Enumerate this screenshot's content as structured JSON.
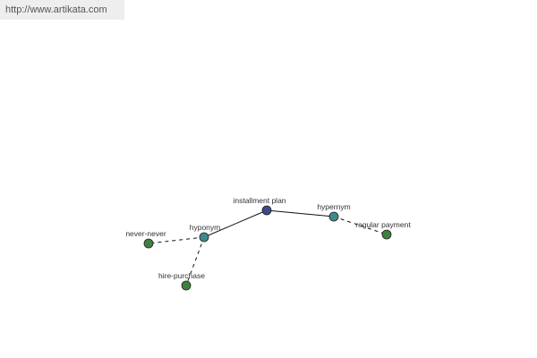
{
  "site": {
    "url": "http://www.artikata.com"
  },
  "graph": {
    "nodes": [
      {
        "id": "installment_plan",
        "label": "installment plan",
        "kind": "root",
        "color": "#3a4a8a"
      },
      {
        "id": "hypernym",
        "label": "hypernym",
        "kind": "relation",
        "color": "#3f8a8a"
      },
      {
        "id": "regular_payment",
        "label": "regular payment",
        "kind": "term",
        "color": "#3f7f3f"
      },
      {
        "id": "hyponym",
        "label": "hyponym",
        "kind": "relation",
        "color": "#3f8a8a"
      },
      {
        "id": "never_never",
        "label": "never-never",
        "kind": "term",
        "color": "#3f7f3f"
      },
      {
        "id": "hire_purchase",
        "label": "hire-purchase",
        "kind": "term",
        "color": "#3f7f3f"
      }
    ],
    "edges": [
      {
        "from": "installment_plan",
        "to": "hypernym",
        "style": "solid"
      },
      {
        "from": "installment_plan",
        "to": "hyponym",
        "style": "solid"
      },
      {
        "from": "hypernym",
        "to": "regular_payment",
        "style": "dashed"
      },
      {
        "from": "hyponym",
        "to": "never_never",
        "style": "dashed"
      },
      {
        "from": "hyponym",
        "to": "hire_purchase",
        "style": "dashed"
      }
    ]
  }
}
